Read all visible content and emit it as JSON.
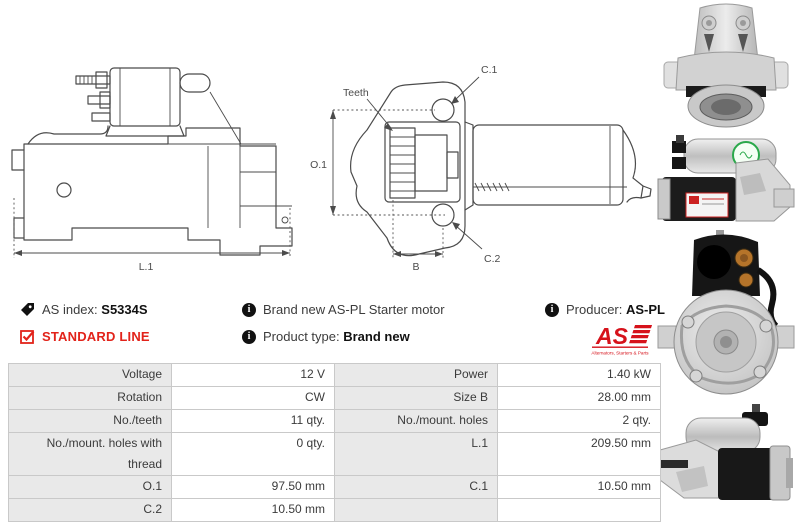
{
  "colors": {
    "accent_red": "#e2231a",
    "table_label_bg": "#e9e9e9",
    "table_border": "#c9c9c9",
    "drawing_stroke": "#4b4b4b",
    "text_dark": "#111111",
    "text_gray": "#3c3c3c"
  },
  "product": {
    "as_index_label": "AS index:",
    "as_index_value": "S5334S",
    "line_badge": "STANDARD LINE",
    "description": "Brand new AS-PL Starter motor",
    "product_type_label": "Product type:",
    "product_type_value": "Brand new",
    "producer_label": "Producer:",
    "producer_value": "AS-PL",
    "brand_logo_text": "AS",
    "brand_logo_tagline": "Alternators, Starters & Parts"
  },
  "diagram": {
    "side_view": {
      "dim_length": "L.1"
    },
    "front_view": {
      "teeth_label": "Teeth",
      "dim_height": "O.1",
      "dim_hole_top": "C.1",
      "dim_hole_bottom": "C.2",
      "dim_pinion": "B"
    }
  },
  "specs": {
    "rows": [
      {
        "l_label": "Voltage",
        "l_value": "12 V",
        "r_label": "Power",
        "r_value": "1.40 kW"
      },
      {
        "l_label": "Rotation",
        "l_value": "CW",
        "r_label": "Size B",
        "r_value": "28.00 mm"
      },
      {
        "l_label": "No./teeth",
        "l_value": "11 qty.",
        "r_label": "No./mount. holes",
        "r_value": "2 qty."
      },
      {
        "l_label": "No./mount. holes with thread",
        "l_value": "0 qty.",
        "r_label": "L.1",
        "r_value": "209.50 mm"
      },
      {
        "l_label": "O.1",
        "l_value": "97.50 mm",
        "r_label": "C.1",
        "r_value": "10.50 mm"
      },
      {
        "l_label": "C.2",
        "l_value": "10.50 mm",
        "r_label": "",
        "r_value": ""
      }
    ]
  },
  "photos": [
    {
      "name": "starter-front-view"
    },
    {
      "name": "starter-side-view-solenoid"
    },
    {
      "name": "starter-rear-view"
    },
    {
      "name": "starter-side-view-angled"
    }
  ]
}
